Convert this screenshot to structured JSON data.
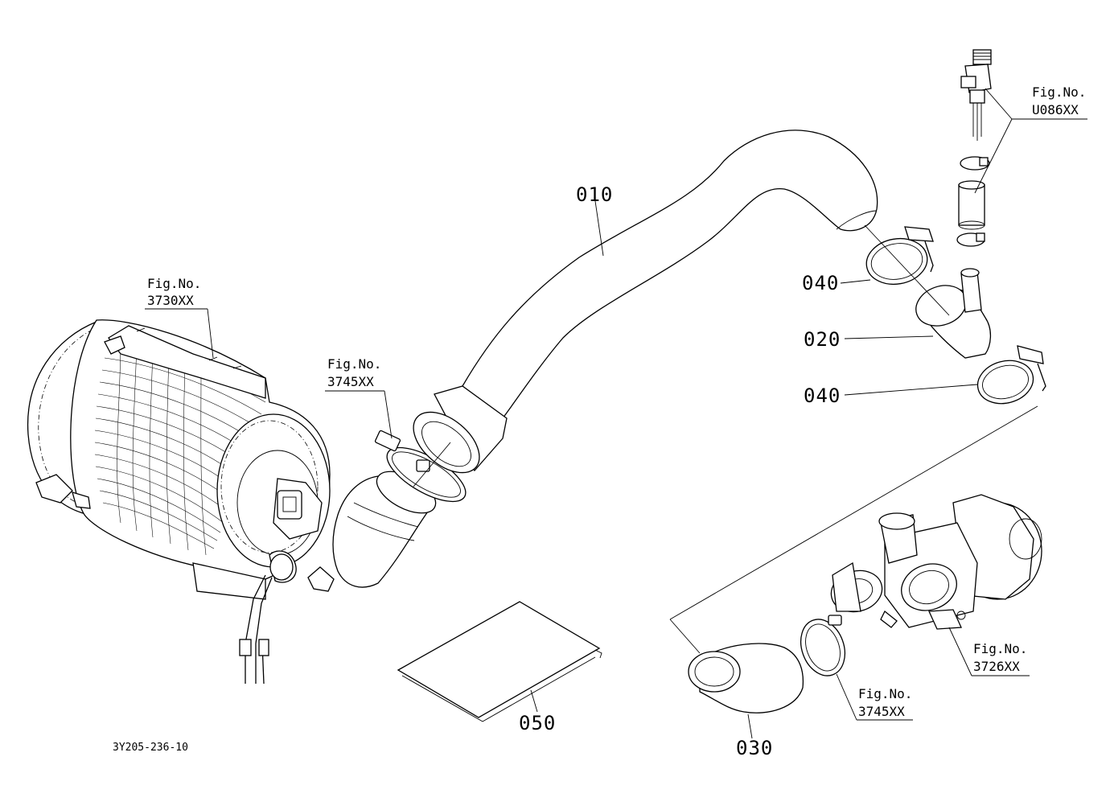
{
  "drawing_id": "3Y205-236-10",
  "parts": [
    {
      "number": "010"
    },
    {
      "number": "020"
    },
    {
      "number": "030"
    },
    {
      "number": "040"
    },
    {
      "number": "040"
    },
    {
      "number": "050"
    }
  ],
  "figure_refs": [
    {
      "label": "Fig.No.",
      "number": "3730XX"
    },
    {
      "label": "Fig.No.",
      "number": "3745XX"
    },
    {
      "label": "Fig.No.",
      "number": "U086XX"
    },
    {
      "label": "Fig.No.",
      "number": "3726XX"
    },
    {
      "label": "Fig.No.",
      "number": "3745XX"
    }
  ]
}
